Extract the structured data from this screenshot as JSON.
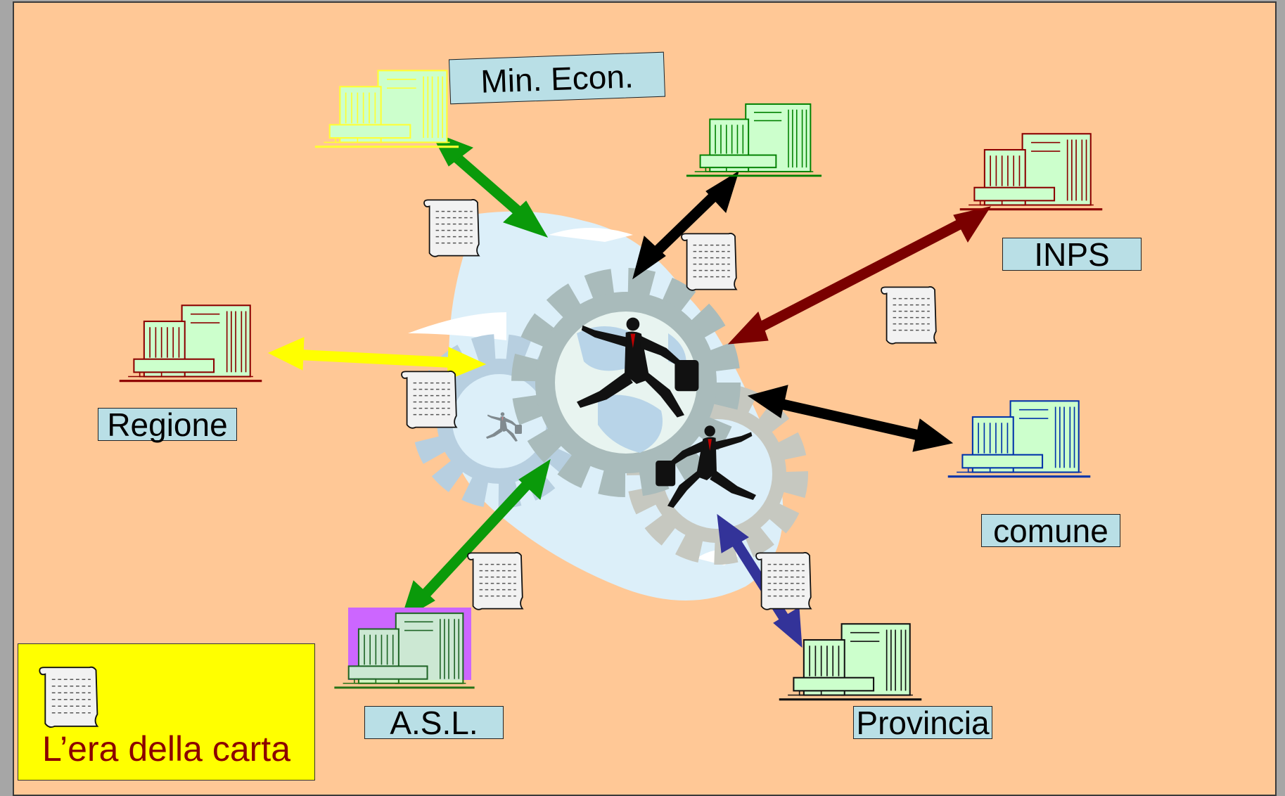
{
  "labels": {
    "min_econ": "Min. Econ.",
    "inps": "INPS",
    "regione": "Regione",
    "comune": "comune",
    "asl": "A.S.L.",
    "provincia": "Provincia"
  },
  "legend": {
    "text": "L’era della carta"
  },
  "colors": {
    "background": "#ffc896",
    "label_box": "#b9dfe6",
    "legend_box": "#ffff00",
    "legend_text": "#8b0000",
    "arrow_min_econ": "#0a9a0a",
    "arrow_top_building": "#000000",
    "arrow_inps": "#7a0000",
    "arrow_regione": "#ffff00",
    "arrow_comune": "#000000",
    "arrow_asl": "#0a9a0a",
    "arrow_provincia": "#333399"
  },
  "icons": [
    "building-icon",
    "paper-scroll-icon",
    "gear-icon",
    "businessman-icon",
    "briefcase-icon"
  ]
}
